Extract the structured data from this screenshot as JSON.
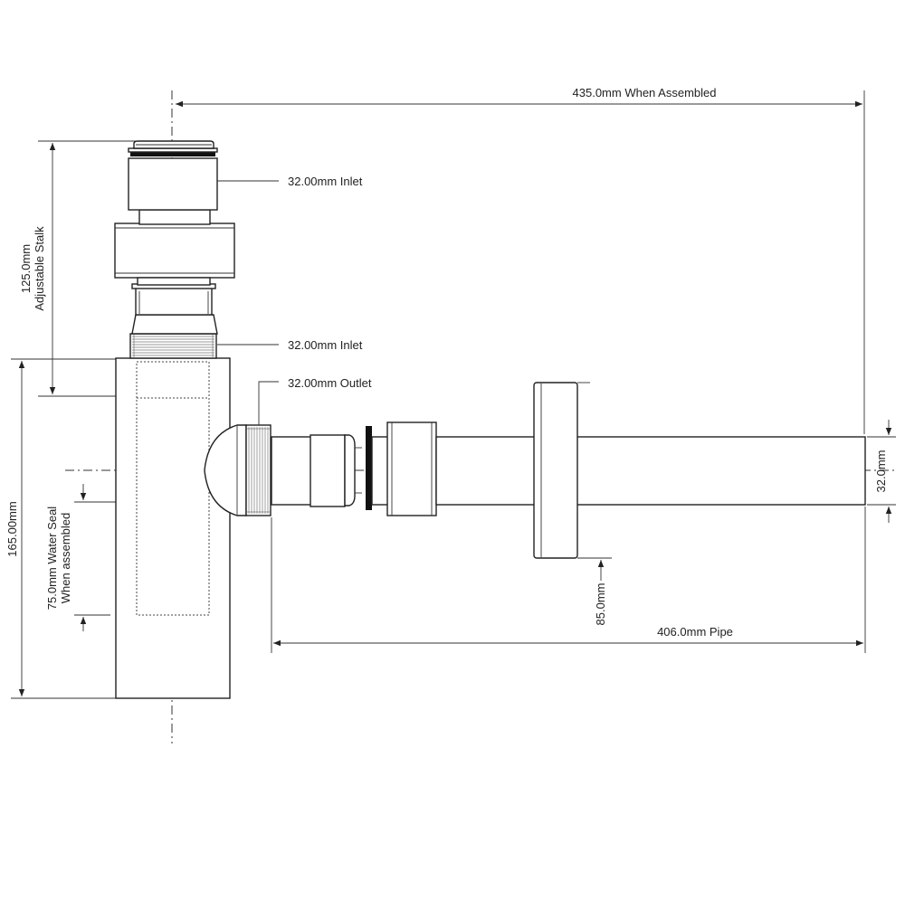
{
  "labels": {
    "assembled_width": "435.0mm When Assembled",
    "inlet_top": "32.00mm Inlet",
    "inlet_mid": "32.00mm Inlet",
    "outlet": "32.00mm Outlet",
    "adjustable_line1": "125.0mm",
    "adjustable_line2": "Adjustable Stalk",
    "total_height": "165.00mm",
    "water_seal_line1": "75.0mm Water Seal",
    "water_seal_line2": "When assembled",
    "pipe_diameter": "32.0mm",
    "flange_offset": "85.0mm",
    "pipe_length": "406.0mm Pipe"
  },
  "colors": {
    "line": "#222222",
    "background": "#ffffff"
  }
}
